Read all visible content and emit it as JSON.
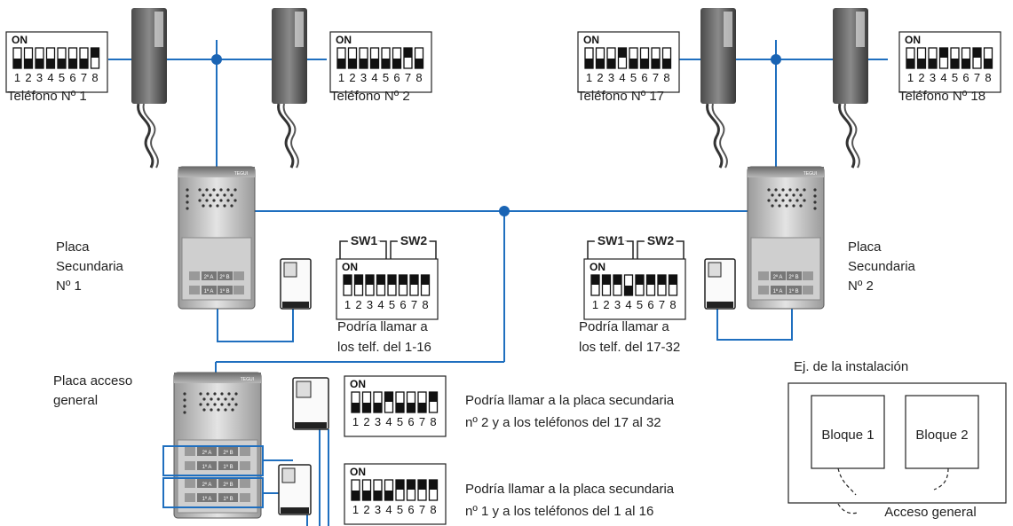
{
  "dip_common": {
    "on_label": "ON",
    "numbers": [
      "1",
      "2",
      "3",
      "4",
      "5",
      "6",
      "7",
      "8"
    ]
  },
  "telefonos": [
    {
      "label": "Teléfono Nº 1",
      "on": [
        8
      ]
    },
    {
      "label": "Teléfono Nº 2",
      "on": [
        7
      ]
    },
    {
      "label": "Teléfono Nº 17",
      "on": [
        4
      ]
    },
    {
      "label": "Teléfono Nº 18",
      "on": [
        4,
        7
      ]
    }
  ],
  "placa_sec_1": {
    "label": "Placa Secundaria Nº 1",
    "sw1": "SW1",
    "sw2": "SW2",
    "on": [
      1,
      2,
      3,
      4,
      5,
      6,
      7,
      8
    ],
    "caption_line1": "Podría llamar a",
    "caption_line2": "los telf. del 1-16"
  },
  "placa_sec_2": {
    "label": "Placa Secundaria Nº 2",
    "sw1": "SW1",
    "sw2": "SW2",
    "on": [
      1,
      2,
      3,
      5,
      6,
      7,
      8
    ],
    "caption_line1": "Podría llamar a",
    "caption_line2": "los telf. del 17-32"
  },
  "placa_acceso": {
    "label": "Placa acceso general",
    "dip_a_on": [
      4,
      8
    ],
    "dip_b_on": [
      5,
      6,
      7,
      8
    ],
    "text_a_line1": "Podría llamar a la placa secundaria",
    "text_a_line2": "nº 2 y a los teléfonos del 17 al 32",
    "text_b_line1": "Podría llamar a la placa secundaria",
    "text_b_line2": "nº 1 y a los teléfonos del 1 al 16"
  },
  "panel_buttons": {
    "row_top": [
      "2º A",
      "2º B"
    ],
    "row_bottom": [
      "1º A",
      "1º B"
    ],
    "brand": "TEGUI"
  },
  "ejemplo": {
    "title": "Ej. de la instalación",
    "bloque1": "Bloque 1",
    "bloque2": "Bloque 2",
    "acceso": "Acceso general"
  },
  "colors": {
    "line": "#1f6fbf",
    "dot": "#1a64b4"
  }
}
